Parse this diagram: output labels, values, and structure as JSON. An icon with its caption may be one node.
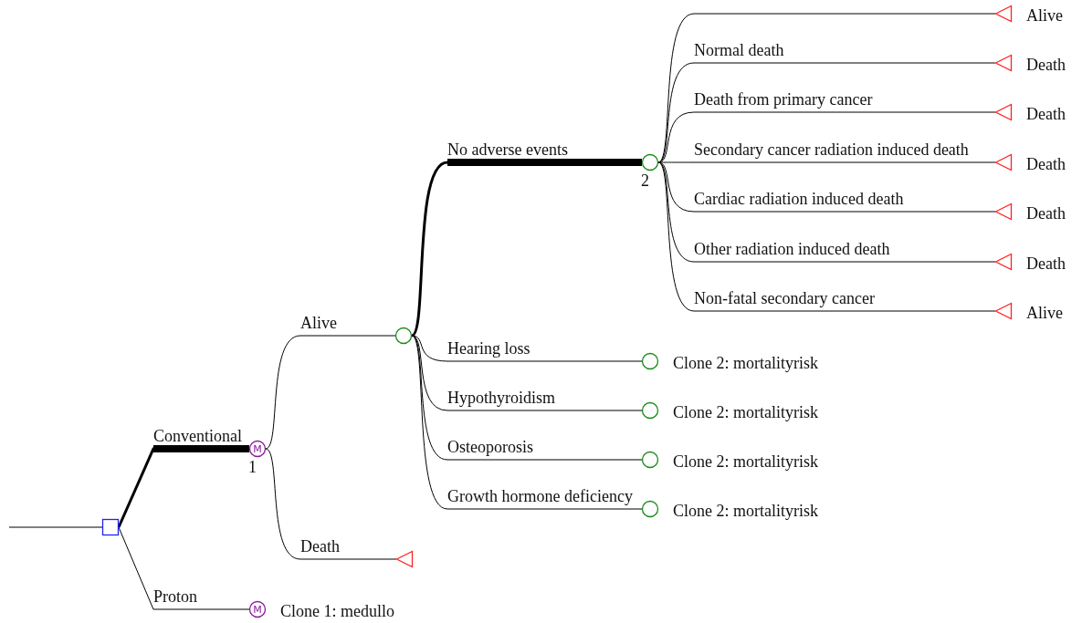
{
  "diagram": {
    "nodes": [
      {
        "text": [],
        "shape": "box"
      },
      {
        "text": [
          "M"
        ],
        "beside": [
          "1"
        ]
      },
      {
        "text": [
          "M"
        ],
        "beside": [
          "Clone 1: medullo"
        ]
      },
      {
        "text": [],
        "shape": "circle"
      },
      {
        "text": [],
        "shape": "triangle"
      },
      {
        "text": [],
        "shape": "circle",
        "beside": [
          "2"
        ]
      },
      {
        "text": [],
        "shape": "circle",
        "beside": [
          "Clone 2: mortalityrisk"
        ]
      },
      {
        "text": [],
        "shape": "circle",
        "beside": [
          "Clone 2: mortalityrisk"
        ]
      },
      {
        "text": [],
        "shape": "circle",
        "beside": [
          "Clone 2: mortalityrisk"
        ]
      },
      {
        "text": [],
        "shape": "circle",
        "beside": [
          "Clone 2: mortalityrisk"
        ]
      },
      {
        "text": [],
        "shape": "triangle",
        "beside": [
          "Alive"
        ]
      },
      {
        "text": [],
        "shape": "triangle",
        "beside": [
          "Death"
        ]
      },
      {
        "text": [],
        "shape": "triangle",
        "beside": [
          "Death"
        ]
      },
      {
        "text": [],
        "shape": "triangle",
        "beside": [
          "Death"
        ]
      },
      {
        "text": [],
        "shape": "triangle",
        "beside": [
          "Death"
        ]
      },
      {
        "text": [],
        "shape": "triangle",
        "beside": [
          "Death"
        ]
      },
      {
        "text": [],
        "shape": "triangle",
        "beside": [
          "Alive"
        ]
      }
    ],
    "edges": [
      {
        "from": null,
        "to": 0,
        "arrow": "none"
      },
      {
        "from": 0,
        "to": 1,
        "arrow": "none",
        "label": "Conventional",
        "style": "thick"
      },
      {
        "from": 0,
        "to": 2,
        "arrow": "none",
        "label": "Proton"
      },
      {
        "from": 1,
        "to": 3,
        "arrow": "none",
        "label": "Alive"
      },
      {
        "from": 1,
        "to": 4,
        "arrow": "none",
        "label": "Death"
      },
      {
        "from": 3,
        "to": 5,
        "arrow": "none",
        "label": "No adverse events",
        "style": "thick"
      },
      {
        "from": 3,
        "to": 6,
        "arrow": "none",
        "label": "Hearing loss"
      },
      {
        "from": 3,
        "to": 7,
        "arrow": "none",
        "label": "Hypothyroidism"
      },
      {
        "from": 3,
        "to": 8,
        "arrow": "none",
        "label": "Osteoporosis"
      },
      {
        "from": 3,
        "to": 9,
        "arrow": "none",
        "label": "Growth hormone deficiency"
      },
      {
        "from": 5,
        "to": 10,
        "arrow": "none"
      },
      {
        "from": 5,
        "to": 11,
        "arrow": "none",
        "label": "Normal death"
      },
      {
        "from": 5,
        "to": 12,
        "arrow": "none",
        "label": "Death from primary cancer"
      },
      {
        "from": 5,
        "to": 13,
        "arrow": "none",
        "label": "Secondary cancer radiation induced death"
      },
      {
        "from": 5,
        "to": 14,
        "arrow": "none",
        "label": "Cardiac radiation induced death"
      },
      {
        "from": 5,
        "to": 15,
        "arrow": "none",
        "label": "Other radiation induced death"
      },
      {
        "from": 5,
        "to": 16,
        "arrow": "none",
        "label": "Non-fatal secondary cancer"
      }
    ]
  }
}
